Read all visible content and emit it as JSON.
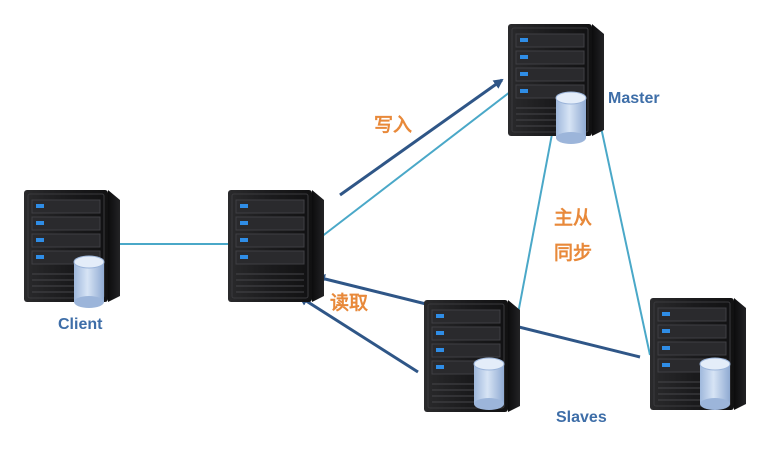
{
  "nodes": {
    "client": {
      "label": "Client"
    },
    "proxy": {
      "label": ""
    },
    "master": {
      "label": "Master"
    },
    "slaves": {
      "label": "Slaves"
    }
  },
  "edges": {
    "write": {
      "label": "写入"
    },
    "replication": {
      "label_line1": "主从",
      "label_line2": "同步"
    },
    "read": {
      "label": "读取"
    }
  },
  "colors": {
    "connection_line": "#4aa8c8",
    "request_arrow": "#2f5687",
    "node_label": "#3e6ea8",
    "edge_label": "#e8893a",
    "server_body": "#1c1c1e",
    "server_led": "#2f8de6",
    "database": "#b3c9e8"
  },
  "icons": {
    "client": "server-with-database-icon",
    "proxy": "server-icon",
    "master": "server-with-database-icon",
    "slave": "server-with-database-icon"
  }
}
